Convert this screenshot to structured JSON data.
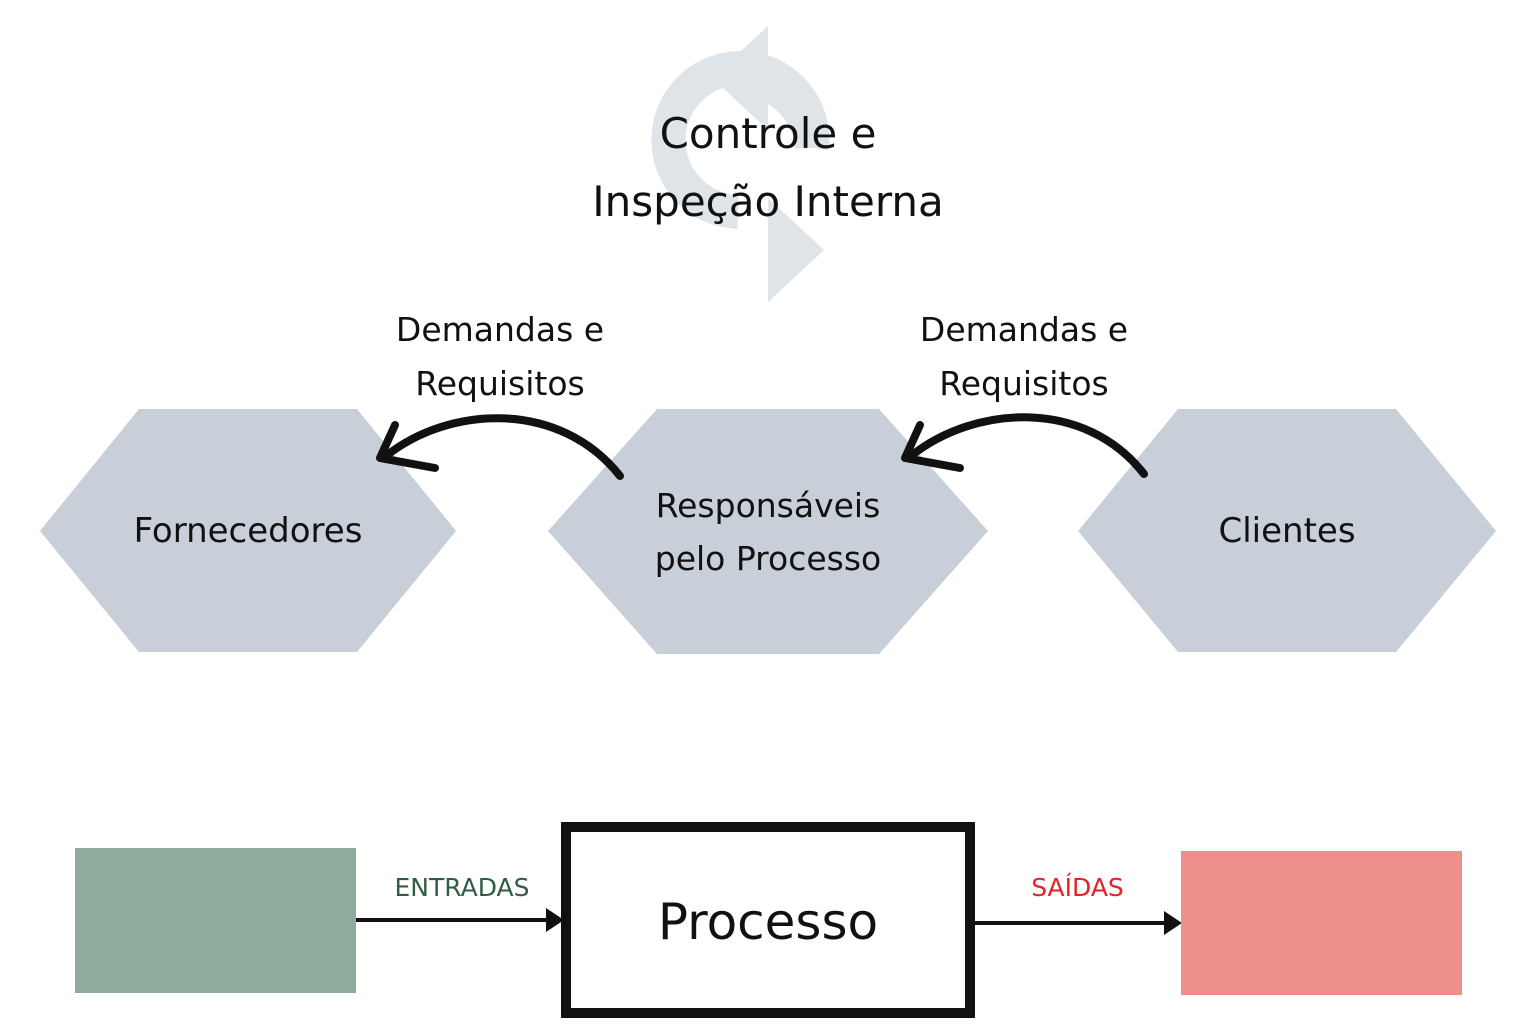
{
  "title": {
    "line1": "Controle e",
    "line2": "Inspeção Interna"
  },
  "flows": {
    "left": {
      "line1": "Demandas e",
      "line2": "Requisitos"
    },
    "right": {
      "line1": "Demandas e",
      "line2": "Requisitos"
    }
  },
  "nodes": {
    "fornecedores": {
      "label": "Fornecedores"
    },
    "responsaveis": {
      "line1": "Responsáveis",
      "line2": "pelo Processo"
    },
    "clientes": {
      "label": "Clientes"
    }
  },
  "process": {
    "entradas": "ENTRADAS",
    "processo": "Processo",
    "saidas": "SAÍDAS"
  },
  "colors": {
    "hexagon": "#c8cfd8",
    "cycle_icon": "#dfe4e9",
    "input_box": "#8fab9c",
    "output_box": "#ee8f8b",
    "entradas_text": "#2f5e45",
    "saidas_text": "#e3222a",
    "arrow": "#111111"
  },
  "icons": {
    "cycle": "refresh-cycle-icon"
  }
}
